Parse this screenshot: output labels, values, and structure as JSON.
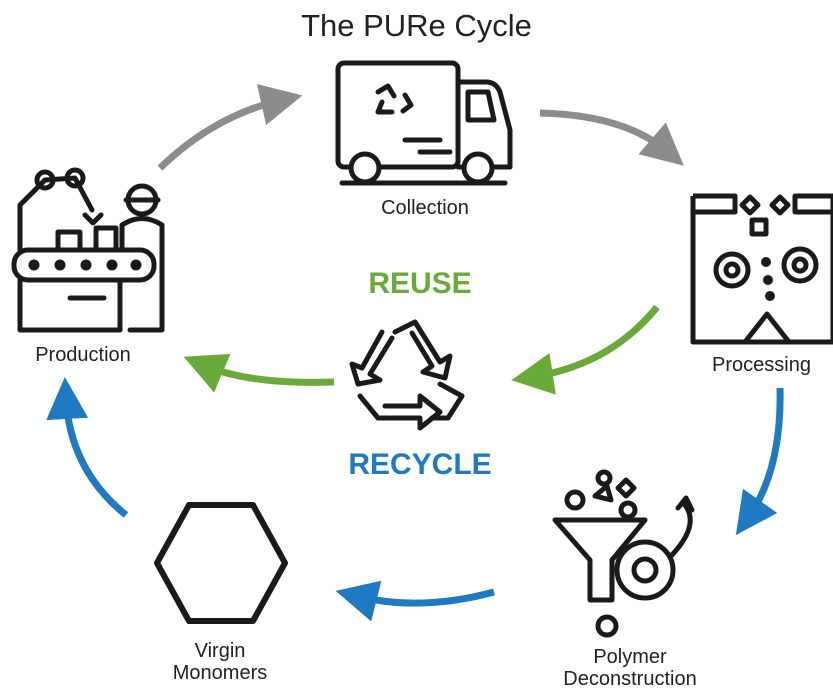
{
  "title": "The PURe Cycle",
  "center": {
    "reuse": "REUSE",
    "recycle": "RECYCLE"
  },
  "stages": {
    "collection": "Collection",
    "processing": "Processing",
    "polymer_line1": "Polymer",
    "polymer_line2": "Deconstruction",
    "virgin_line1": "Virgin",
    "virgin_line2": "Monomers",
    "production": "Production"
  },
  "icons": {
    "collection": "recycling-truck-icon",
    "processing": "crusher-machine-icon",
    "polymer": "funnel-gear-icon",
    "virgin": "hexagon-icon",
    "production": "factory-robot-worker-icon",
    "center": "recycle-symbol-icon"
  },
  "colors": {
    "gray_arrow": "#8c8c8c",
    "green_arrow": "#6aaa3a",
    "blue_arrow": "#1f7bc1",
    "icon_stroke": "#1a1a1a"
  }
}
